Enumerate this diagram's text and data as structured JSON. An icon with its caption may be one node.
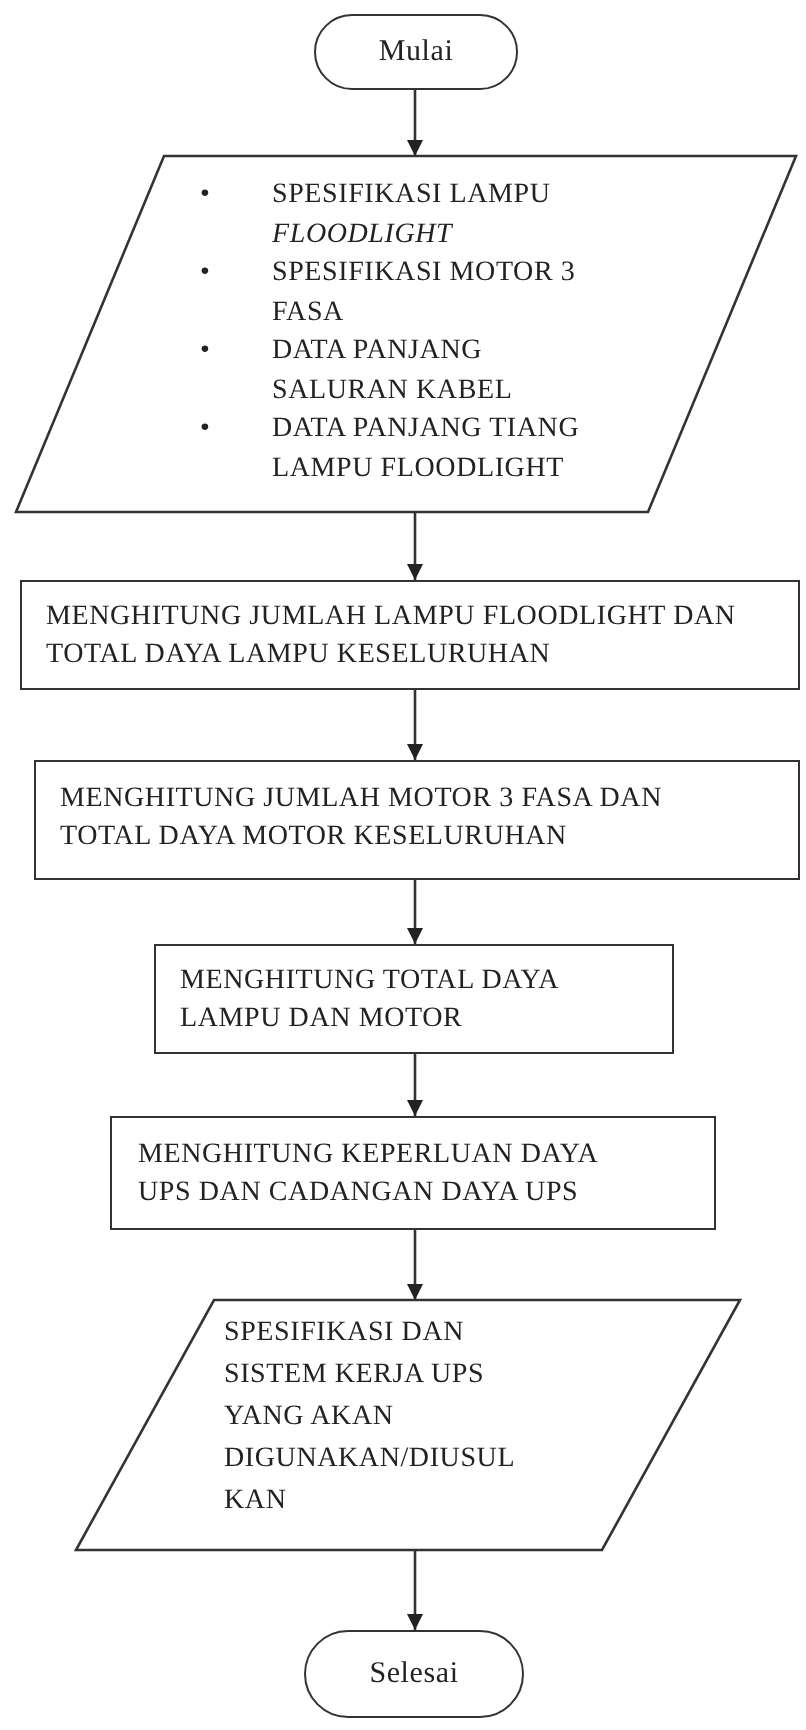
{
  "diagram": {
    "nodes": [
      {
        "text": [
          "Mulai"
        ]
      },
      {
        "text": [
          "•",
          "SPESIFIKASI LAMPU *FLOODLIGHT*",
          "•",
          "SPESIFIKASI MOTOR 3 FASA",
          "•",
          "DATA PANJANG SALURAN KABEL",
          "•",
          "DATA PANJANG TIANG LAMPU FLOODLIGHT"
        ]
      },
      {
        "text": [
          "MENGHITUNG JUMLAH LAMPU FLOODLIGHT DAN TOTAL DAYA LAMPU KESELURUHAN"
        ]
      },
      {
        "text": [
          "MENGHITUNG JUMLAH MOTOR 3 FASA DAN TOTAL DAYA MOTOR KESELURUHAN"
        ]
      },
      {
        "text": [
          "MENGHITUNG TOTAL DAYA LAMPU DAN MOTOR"
        ]
      },
      {
        "text": [
          "MENGHITUNG KEPERLUAN DAYA UPS DAN CADANGAN DAYA UPS"
        ]
      },
      {
        "text": [
          "SPESIFIKASI DAN SISTEM KERJA UPS YANG AKAN DIGUNAKAN/DIUSUL KAN"
        ]
      },
      {
        "text": [
          "Selesai"
        ]
      }
    ],
    "edges": [
      {
        "from": 0,
        "to": 1,
        "arrow": "to"
      },
      {
        "from": 1,
        "to": 2,
        "arrow": "to"
      },
      {
        "from": 2,
        "to": 3,
        "arrow": "to"
      },
      {
        "from": 3,
        "to": 4,
        "arrow": "to"
      },
      {
        "from": 4,
        "to": 5,
        "arrow": "to"
      },
      {
        "from": 5,
        "to": 6,
        "arrow": "to"
      },
      {
        "from": 6,
        "to": 7,
        "arrow": "to"
      }
    ]
  }
}
